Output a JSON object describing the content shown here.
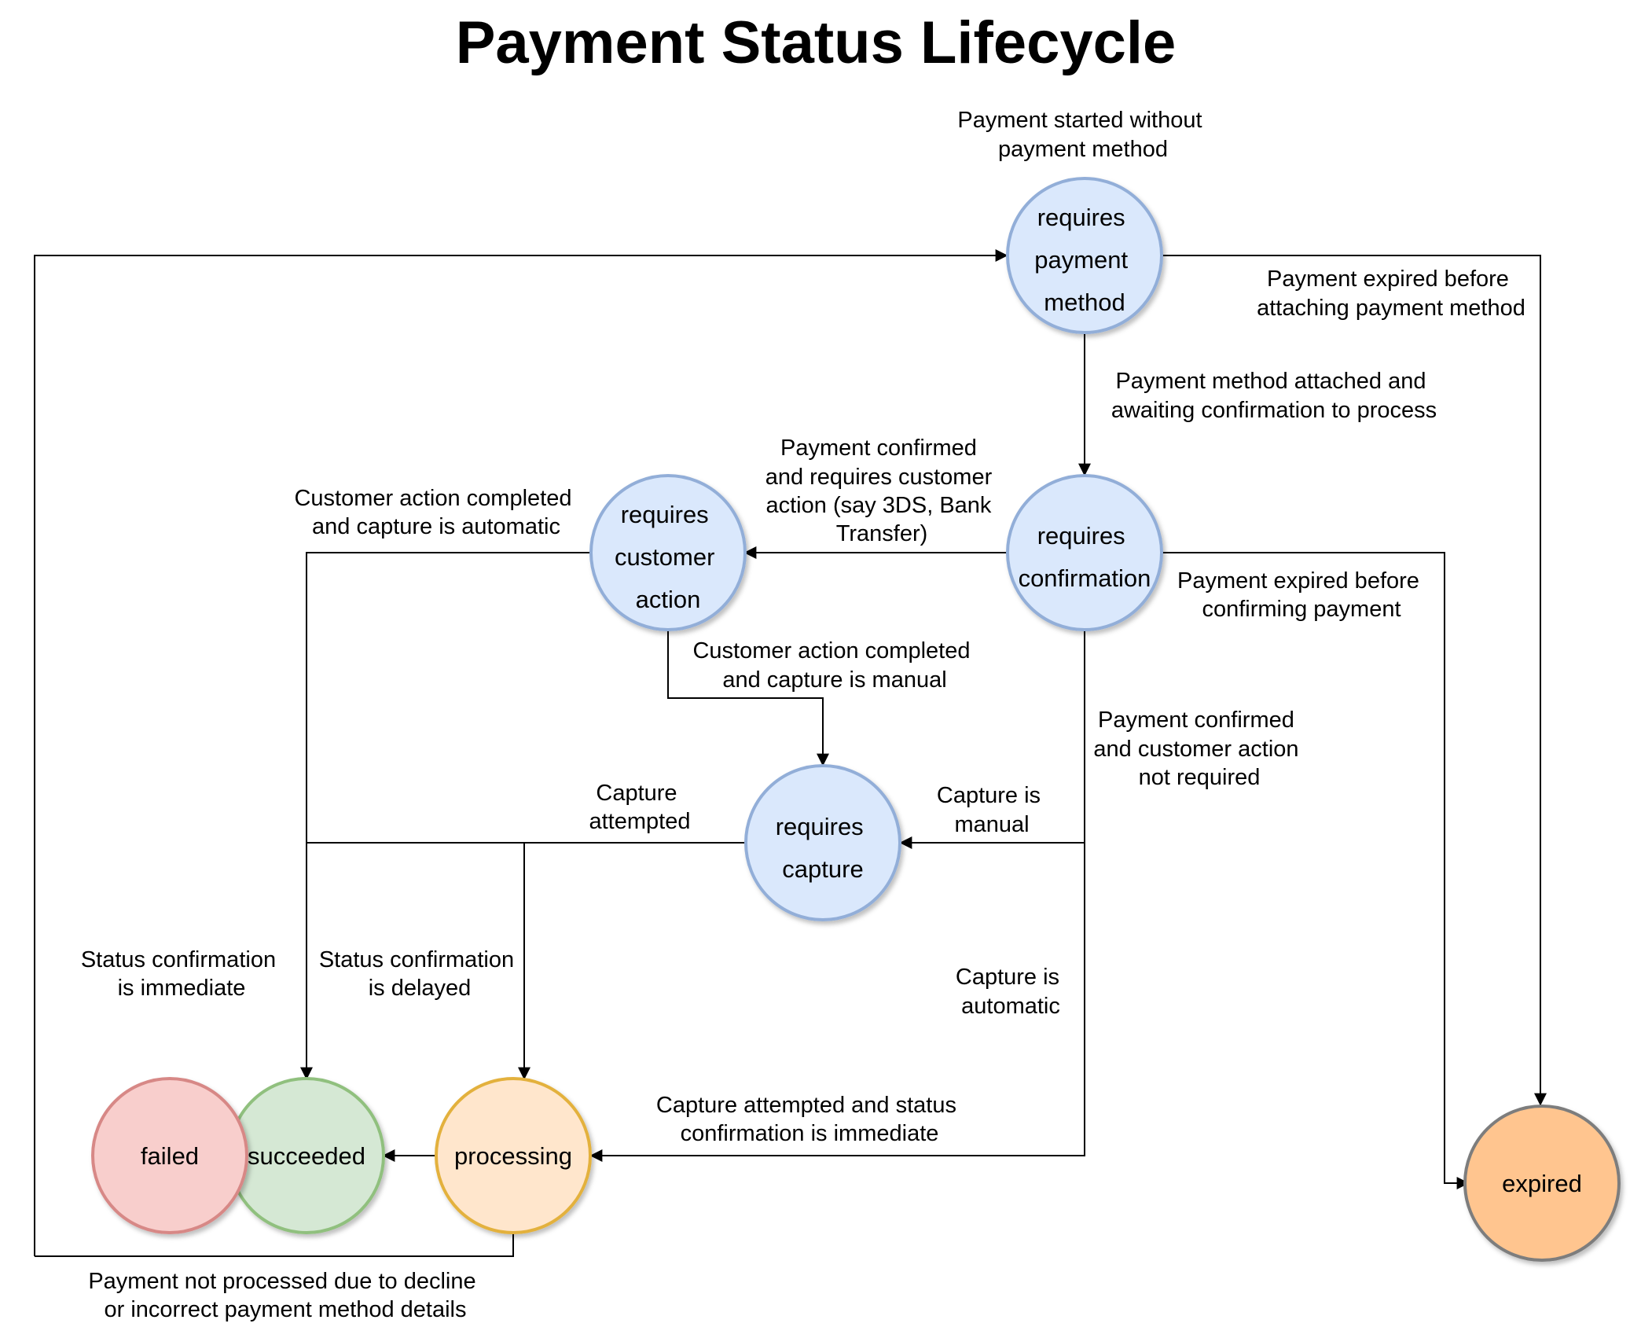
{
  "title": "Payment Status Lifecycle",
  "colors": {
    "blue_fill": "#dae8fc",
    "blue_stroke": "#92aed8",
    "red_fill": "#f8cecc",
    "red_stroke": "#d78886",
    "green_fill": "#d5e8d4",
    "green_stroke": "#90c07e",
    "yellow_fill": "#ffe6cc",
    "yellow_stroke": "#e3b13e",
    "orange_fill": "#ffc58f",
    "orange_stroke": "#7d7d7d",
    "line": "#000000"
  },
  "states": {
    "requires_payment_method": {
      "lines": [
        "requires",
        "payment",
        "method"
      ],
      "color": "blue"
    },
    "requires_confirmation": {
      "lines": [
        "requires",
        "confirmation"
      ],
      "color": "blue"
    },
    "requires_customer_action": {
      "lines": [
        "requires",
        "customer",
        "action"
      ],
      "color": "blue"
    },
    "requires_capture": {
      "lines": [
        "requires",
        "capture"
      ],
      "color": "blue"
    },
    "processing": {
      "lines": [
        "processing"
      ],
      "color": "yellow"
    },
    "succeeded": {
      "lines": [
        "succeeded"
      ],
      "color": "green"
    },
    "failed": {
      "lines": [
        "failed"
      ],
      "color": "red"
    },
    "expired": {
      "lines": [
        "expired"
      ],
      "color": "orange"
    }
  },
  "labels": {
    "start": [
      "Payment started without",
      "payment method"
    ],
    "expired_before_attach": [
      "Payment expired before",
      "attaching payment method"
    ],
    "method_attached": [
      "Payment method attached and",
      "awaiting confirmation to process"
    ],
    "confirmed_requires_action": [
      "Payment confirmed",
      "and requires customer",
      "action (say 3DS, Bank",
      "Transfer)"
    ],
    "action_auto_capture": [
      "Customer action completed",
      "and capture is automatic"
    ],
    "expired_before_confirm": [
      "Payment expired before",
      "confirming payment"
    ],
    "action_manual_capture": [
      "Customer action completed",
      "and capture is manual"
    ],
    "confirmed_no_action": [
      "Payment confirmed",
      "and customer action",
      "not required"
    ],
    "capture_attempted": [
      "Capture",
      "attempted"
    ],
    "capture_manual": [
      "Capture is",
      "manual"
    ],
    "status_immediate": [
      "Status confirmation",
      "is immediate"
    ],
    "status_delayed": [
      "Status confirmation",
      "is delayed"
    ],
    "capture_automatic": [
      "Capture is",
      "automatic"
    ],
    "capture_attempted_immediate": [
      "Capture attempted and status",
      "confirmation is immediate"
    ],
    "not_processed": [
      "Payment not processed due to decline",
      "or incorrect payment method details"
    ]
  }
}
